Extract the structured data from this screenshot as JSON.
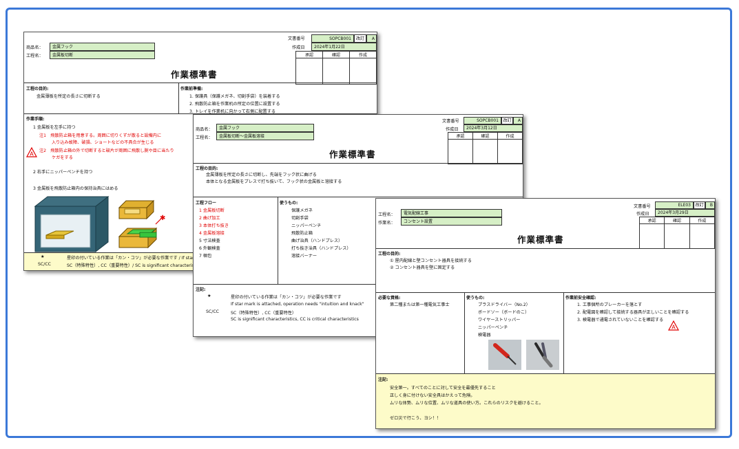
{
  "labels": {
    "doc_no": "文書番号",
    "rev": "改訂",
    "created": "作成日",
    "product": "商品名：",
    "process": "工程名：",
    "work": "作業名：",
    "approve": "承認",
    "check": "確認",
    "author": "作成",
    "title": "作業標準書",
    "purpose": "工程の目的:",
    "prep": "作業前準備:",
    "steps": "作業手順:",
    "flow": "工程フロー",
    "tools": "使うもの:",
    "notes": "注記:",
    "qualifications": "必要な資格:",
    "safety": "作業前安全確認:"
  },
  "doc1": {
    "doc_no": "SOPCB001",
    "rev": "A",
    "date": "2024年1月22日",
    "product": "金属フック",
    "process": "金属板切断",
    "purpose": "金属薄板を所定の長さに切断する",
    "prep": [
      "1. 保護具（保護メガネ、切創手袋）を装着する",
      "2. 飛散防止箱を作業机の所定の位置に設置する",
      "3. トレイを作業机に向かって右側に配置する"
    ],
    "step1": "1  金属板を左手に持つ",
    "note1a": "注1　飛散防止箱を用意する。周囲に切りくずが散ると設備内に",
    "note1b": "入り込み故障、破損、ショートなどの不具合が生じる",
    "note2a": "注2　飛散防止箱の外で切断すると破片が周囲に飛散し腕や目に当たり",
    "note2b": "ケガをする",
    "step2": "2  右手にニッパーペンチを持つ",
    "step3": "3  金属板を飛散防止箱内の保持治具にはめる",
    "footer_star": "★",
    "footer_star_text": "星印の付いている作業は「カン・コツ」が必要な作業です / If star mark",
    "footer_sc": "SC/CC",
    "footer_sc_text": "SC（特殊特性）, CC（重要特性）/ SC is significant characteristics,"
  },
  "doc2": {
    "doc_no": "SOPCB001",
    "rev": "A",
    "date": "2024年3月12日",
    "product": "金属フック",
    "process": "金属板切断〜金属板溶接",
    "purpose": [
      "金属薄板を所定の長さに切断し、先端をフック状に曲げる",
      "本体となる金属板をプレスで打ち抜いて、フック状の金属板と溶接する"
    ],
    "flow": [
      {
        "text": "1  金属板切断",
        "red": true
      },
      {
        "text": "2  曲げ加工",
        "red": true
      },
      {
        "text": "3  本体打ち抜き",
        "red": true
      },
      {
        "text": "4  金属板溶接",
        "red": true
      },
      {
        "text": "5  寸法検査",
        "red": false
      },
      {
        "text": "6  外観検査",
        "red": false
      },
      {
        "text": "7  梱包",
        "red": false
      }
    ],
    "tools": [
      "保護メガネ",
      "切創手袋",
      "ニッパーペンチ",
      "飛散防止箱",
      "曲げ治具（ハンドプレス）",
      "打ち抜き治具（ハンドプレス）",
      "溶接バーナー"
    ],
    "note_star": "★",
    "note_star_text1": "星印の付いている作業は「カン・コツ」が必要な作業です",
    "note_star_text2": "If star mark is attached, operation needs \"intuition and knack\"",
    "note_sc": "SC/CC",
    "note_sc_text1": "SC（特殊特性）, CC（重要特性）",
    "note_sc_text2": "SC is significant characteristics, CC is critical characteristics"
  },
  "doc3": {
    "doc_no": "ELE03",
    "rev": "B",
    "date": "2024年3月29日",
    "process": "電気配線工事",
    "work": "コンセント設置",
    "purpose": [
      "① 屋内配線と壁コンセント器具を接続する",
      "② コンセント器具を壁に固定する"
    ],
    "qualification": "第二種または第一種電気工事士",
    "tools": [
      "プラスドライバー（No.2）",
      "ボードソー（ボードのこ）",
      "ワイヤーストリッパー",
      "ニッパーペンチ",
      "検電器"
    ],
    "safety": [
      "1. 工事個所のブレーカーを落とす",
      "2. 配電図を確認して接続する器具が正しいことを確認する",
      "3. 検電器で通電されていないことを確認する"
    ],
    "notes": [
      "安全第一。すべてのことに対して安全を最優先すること",
      "正しく身に付けない安全具はかえって危険。",
      "ムリな体勢、ムリな位置、ムリな道具の使い方。これらのリスクを避けること。",
      "ゼロ災で行こう、ヨシ！！"
    ]
  },
  "colors": {
    "frame": "#3b78d8",
    "field": "#d6efc6",
    "note_bg": "#fdfbc9",
    "warning_red": "#e00000"
  }
}
